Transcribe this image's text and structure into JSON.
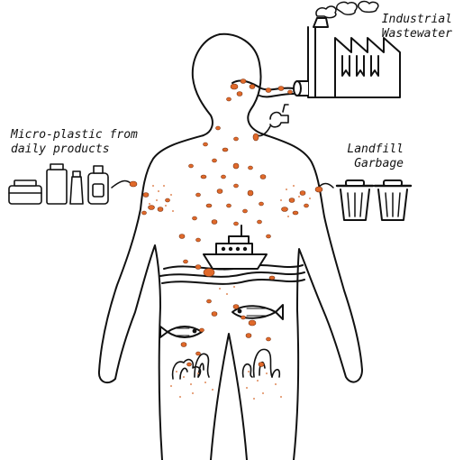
{
  "labels": {
    "industrial": [
      "Industrial",
      "Wastewater"
    ],
    "micro": [
      "Micro-plastic from",
      "daily products"
    ],
    "landfill": [
      "Landfill",
      "Garbage"
    ]
  },
  "colors": {
    "particle": "#e0692a",
    "ink": "#111111",
    "dust": "#e08a5a",
    "background": "#ffffff"
  },
  "icons": [
    "factory-icon",
    "cosmetics-icon",
    "trash-can-icon",
    "ship-icon",
    "fish-icon",
    "coral-icon",
    "faucet-icon"
  ]
}
